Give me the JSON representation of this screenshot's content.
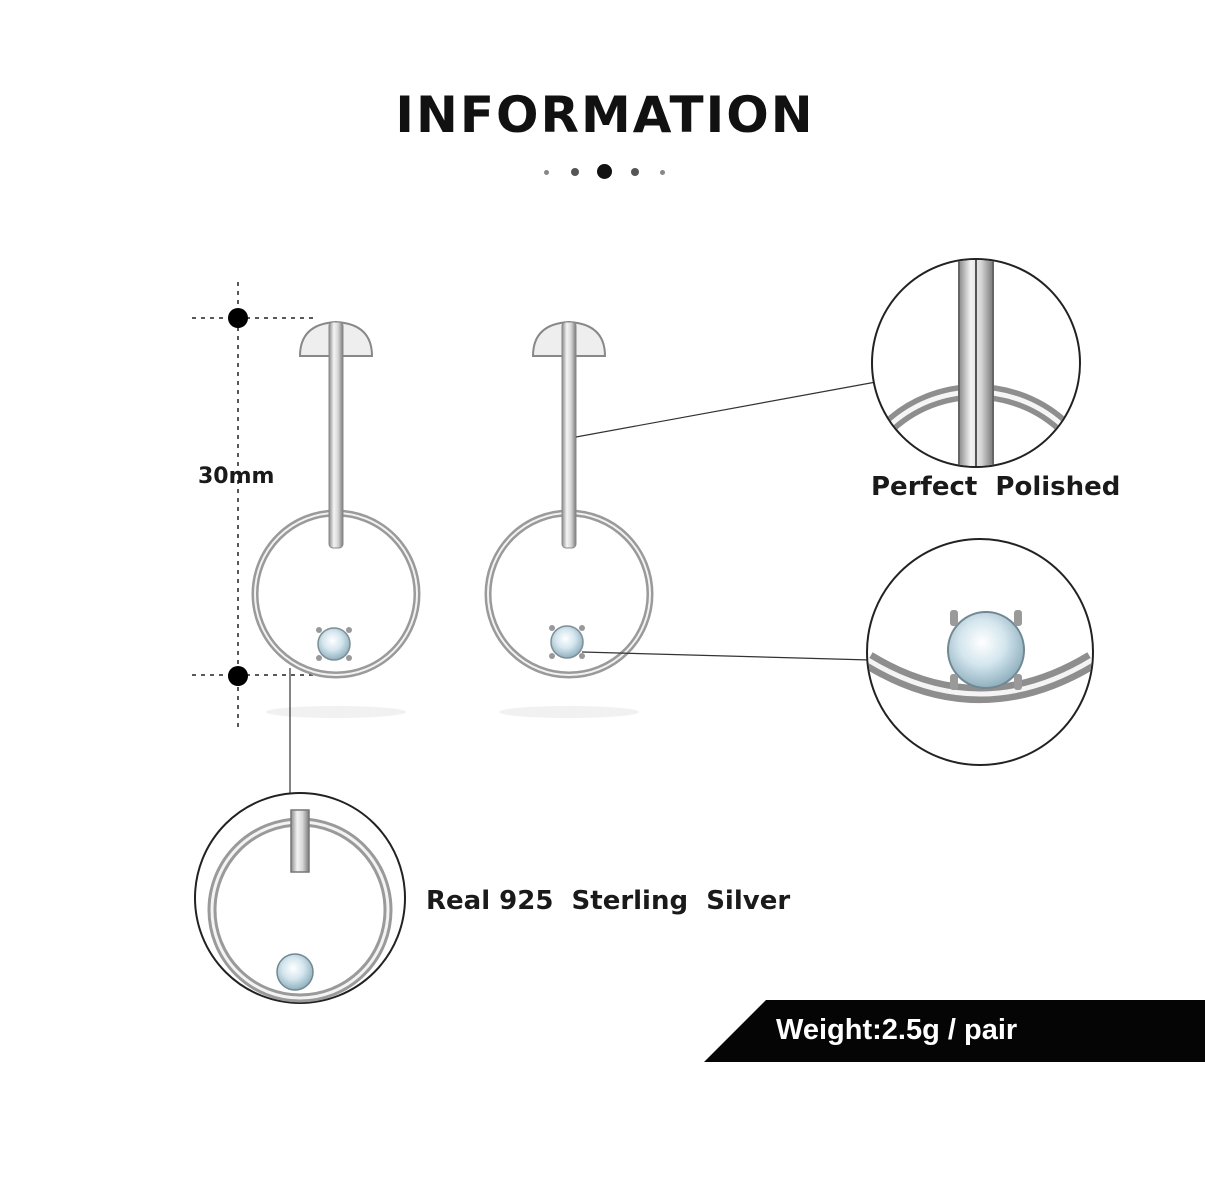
{
  "header": {
    "title": "INFORMATION"
  },
  "dimension": {
    "label": "30mm"
  },
  "features": {
    "polished": "Perfect  Polished",
    "material": "Real 925  Sterling  Silver"
  },
  "weight": {
    "label": "Weight:2.5g / pair"
  },
  "colors": {
    "banner": "#050505",
    "title": "#111111",
    "text": "#1a1a1a",
    "silver": "#9a9a9a",
    "stone": "#cfe2ea"
  }
}
